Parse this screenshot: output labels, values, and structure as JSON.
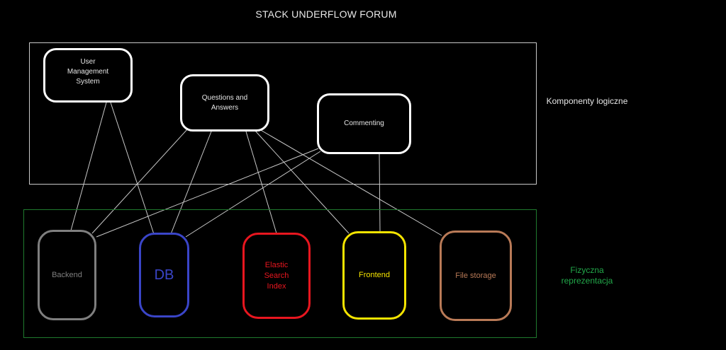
{
  "title": "STACK UNDERFLOW FORUM",
  "regions": {
    "logical": {
      "label": "Komponenty logiczne",
      "border_color": "#c8c8c8",
      "label_color": "#e6e6e6"
    },
    "physical": {
      "label": "Fizyczna reprezentacja",
      "border_color": "#1f7a2e",
      "label_color": "#22a84a"
    }
  },
  "logical_components": [
    {
      "id": "ums",
      "label": "User Management System",
      "color": "#ffffff"
    },
    {
      "id": "qa",
      "label": "Questions and Answers",
      "color": "#ffffff"
    },
    {
      "id": "com",
      "label": "Commenting",
      "color": "#ffffff"
    }
  ],
  "physical_components": [
    {
      "id": "backend",
      "label": "Backend",
      "color": "#7f7f7f"
    },
    {
      "id": "db",
      "label": "DB",
      "color": "#3a45c8"
    },
    {
      "id": "es",
      "label": "Elastic Search Index",
      "color": "#e8161f"
    },
    {
      "id": "front",
      "label": "Frontend",
      "color": "#f5e400"
    },
    {
      "id": "file",
      "label": "File storage",
      "color": "#b97a57"
    }
  ],
  "connections": [
    {
      "from": "ums",
      "to": "backend"
    },
    {
      "from": "ums",
      "to": "db"
    },
    {
      "from": "qa",
      "to": "backend"
    },
    {
      "from": "qa",
      "to": "db"
    },
    {
      "from": "qa",
      "to": "es"
    },
    {
      "from": "qa",
      "to": "front"
    },
    {
      "from": "qa",
      "to": "file"
    },
    {
      "from": "com",
      "to": "backend"
    },
    {
      "from": "com",
      "to": "db"
    },
    {
      "from": "com",
      "to": "front"
    }
  ],
  "connector_color": "#c8c8c8"
}
